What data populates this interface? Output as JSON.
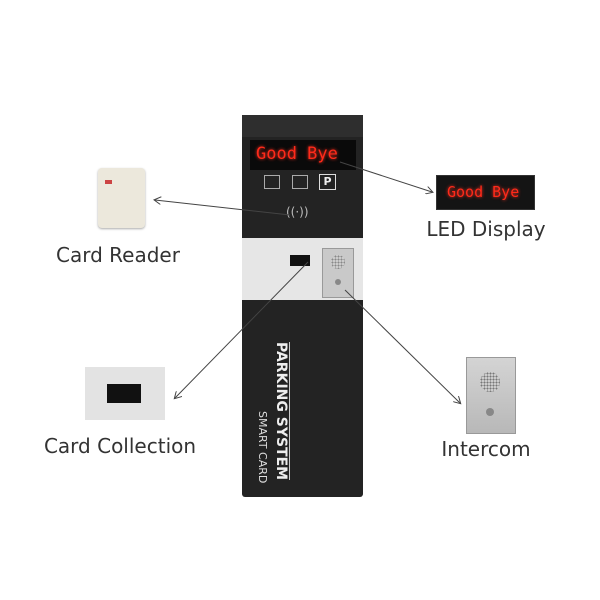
{
  "kiosk": {
    "display_text": "Good Bye",
    "brand_line1": "PARKING SYSTEM",
    "brand_line2": "SMART CARD",
    "parking_icon": "P"
  },
  "callouts": [
    {
      "label": "Card Reader"
    },
    {
      "label": "LED Display",
      "display_text": "Good Bye"
    },
    {
      "label": "Card Collection"
    },
    {
      "label": "Intercom"
    }
  ],
  "colors": {
    "body": "#232323",
    "panel": "#e6e6e6",
    "led": "#ff2a1a"
  }
}
